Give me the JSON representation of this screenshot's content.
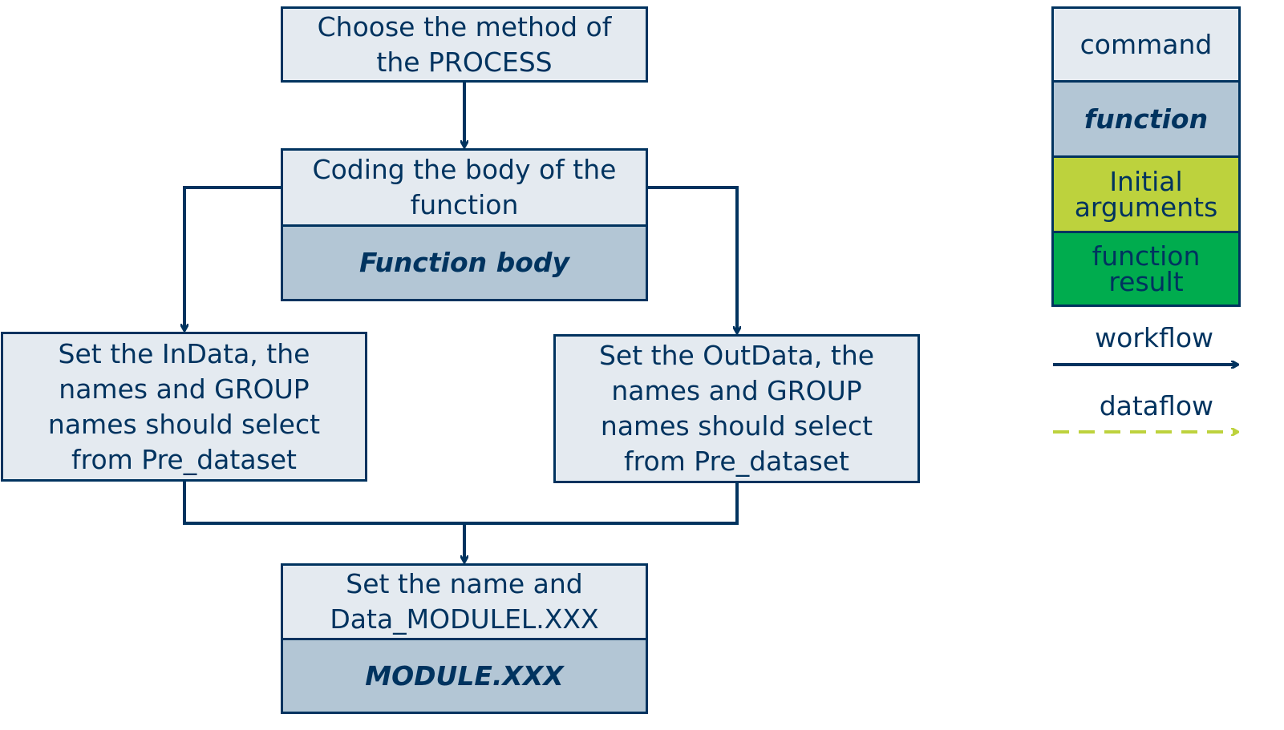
{
  "steps": {
    "choose": "Choose the method of\nthe PROCESS",
    "coding": "Coding the body of the\nfunction",
    "function_body": "Function body",
    "indata": "Set the InData, the\nnames and GROUP\nnames should select\nfrom Pre_dataset",
    "outdata": "Set the OutData, the\nnames and GROUP\nnames should select\nfrom Pre_dataset",
    "setname": "Set the name and\nData_MODULEL.XXX",
    "module": "MODULE.XXX"
  },
  "legend": {
    "command": "command",
    "function": "function",
    "initial": "Initial\narguments",
    "result": "function\nresult",
    "workflow": "workflow",
    "dataflow": "dataflow"
  },
  "colors": {
    "navy": "#00335f",
    "command": "#e4eaf0",
    "function": "#b3c6d5",
    "initial": "#bdd23d",
    "result": "#00ac4e"
  }
}
